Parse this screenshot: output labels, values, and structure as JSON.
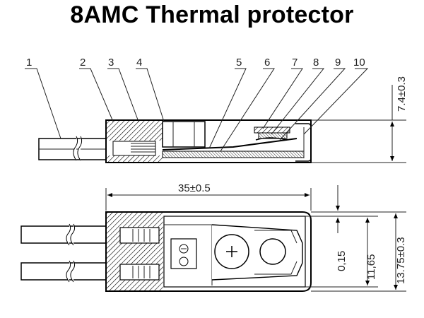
{
  "title": "8AMC Thermal protector",
  "callouts": [
    "1",
    "2",
    "3",
    "4",
    "5",
    "6",
    "7",
    "8",
    "9",
    "10"
  ],
  "dimensions": {
    "height": "7.4±0.3",
    "length": "35±0.5",
    "offset": "0,15",
    "inner_width": "11,65",
    "outer_width": "13.75±0.3"
  },
  "colors": {
    "line": "#000000",
    "background": "#ffffff"
  }
}
